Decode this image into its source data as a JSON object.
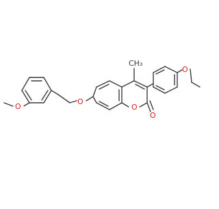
{
  "molecule": {
    "atom_labels": {
      "o_methoxy_left": "O",
      "o_ether": "O",
      "methyl": "CH₃",
      "o_methoxy_right": "O",
      "o_ring": "O",
      "o_carbonyl": "O"
    },
    "colors": {
      "bond": "#3a3a3a",
      "oxygen": "#e0201b",
      "background": "#ffffff"
    }
  }
}
